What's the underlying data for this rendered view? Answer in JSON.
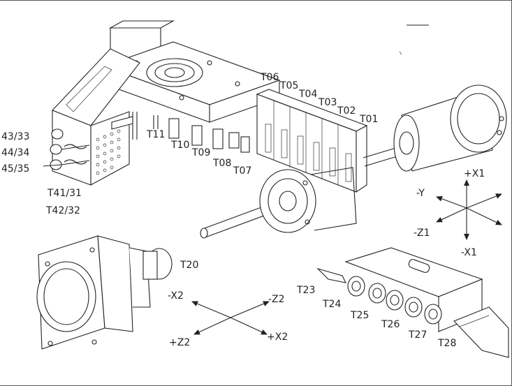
{
  "labels": {
    "t01": "T01",
    "t02": "T02",
    "t03": "T03",
    "t04": "T04",
    "t05": "T05",
    "t06": "T06",
    "t07": "T07",
    "t08": "T08",
    "t09": "T09",
    "t10": "T10",
    "t11": "T11",
    "t43_33": "43/33",
    "t44_34": "44/34",
    "t45_35": "45/35",
    "t41_31": "T41/31",
    "t42_32": "T42/32",
    "t20": "T20",
    "t23": "T23",
    "t24": "T24",
    "t25": "T25",
    "t26": "T26",
    "t27": "T27",
    "t28": "T28"
  },
  "axes1": {
    "plus_x1": "+X1",
    "minus_x1": "-X1",
    "minus_y": "-Y",
    "minus_z1": "-Z1"
  },
  "axes2": {
    "minus_x2": "-X2",
    "minus_z2": "-Z2",
    "plus_z2": "+Z2",
    "plus_x2": "+X2"
  }
}
